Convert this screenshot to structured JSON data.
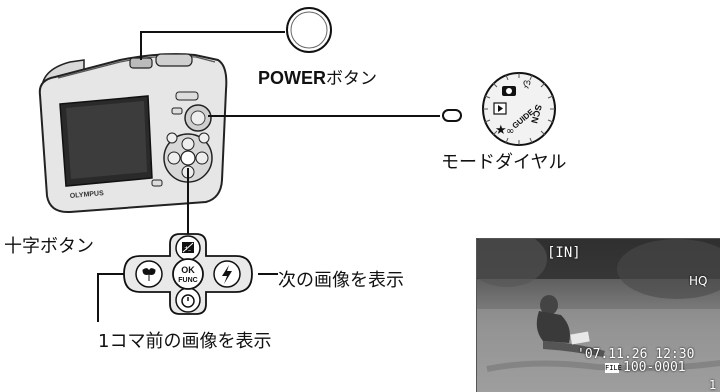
{
  "labels": {
    "power_brand": "POWER",
    "power_suffix": "ボタン",
    "mode_dial": "モードダイヤル",
    "cross_button": "十字ボタン",
    "next_image": "次の画像を表示",
    "prev_image": "1コマ前の画像を表示"
  },
  "camera": {
    "brand": "OLYMPUS"
  },
  "mode_dial": {
    "marks": [
      "SCN",
      "GUIDE"
    ]
  },
  "pad": {
    "center_top": "OK",
    "center_bottom": "FUNC"
  },
  "photo": {
    "memory": "[IN]",
    "quality": "HQ",
    "datetime": "'07.11.26  12:30",
    "file_icon": "FILE",
    "file_number": "100-0001",
    "frame": "1"
  }
}
